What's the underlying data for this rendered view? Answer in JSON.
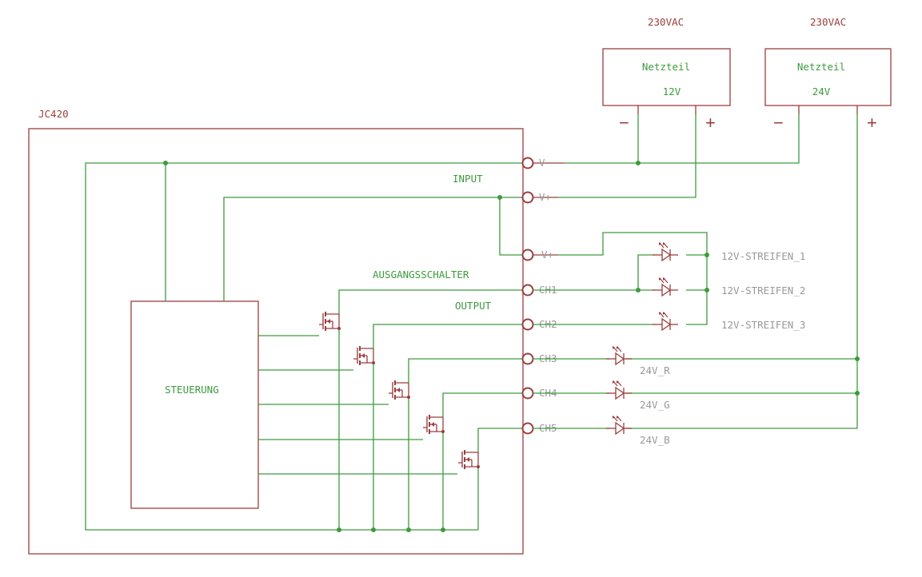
{
  "colors": {
    "wire": "#3e9a3e",
    "symbol": "#9a3e3e",
    "label_grey": "#999999"
  },
  "supplies": [
    {
      "voltage": "230VAC",
      "name": "Netzteil",
      "output": "12V",
      "minus": "−",
      "plus": "+"
    },
    {
      "voltage": "230VAC",
      "name": "Netzteil",
      "output": "24V",
      "minus": "−",
      "plus": "+"
    }
  ],
  "controller": {
    "name": "JC420",
    "block_label": "STEUERUNG",
    "input_label": "INPUT",
    "output_label": "OUTPUT",
    "switch_label": "AUSGANGSSCHALTER",
    "pins": [
      "V-",
      "V+",
      "V+",
      "CH1",
      "CH2",
      "CH3",
      "CH4",
      "CH5"
    ]
  },
  "loads": {
    "strips_12v": [
      "12V-STREIFEN_1",
      "12V-STREIFEN_2",
      "12V-STREIFEN_3"
    ],
    "leds_24v": [
      "24V_R",
      "24V_G",
      "24V_B"
    ]
  }
}
